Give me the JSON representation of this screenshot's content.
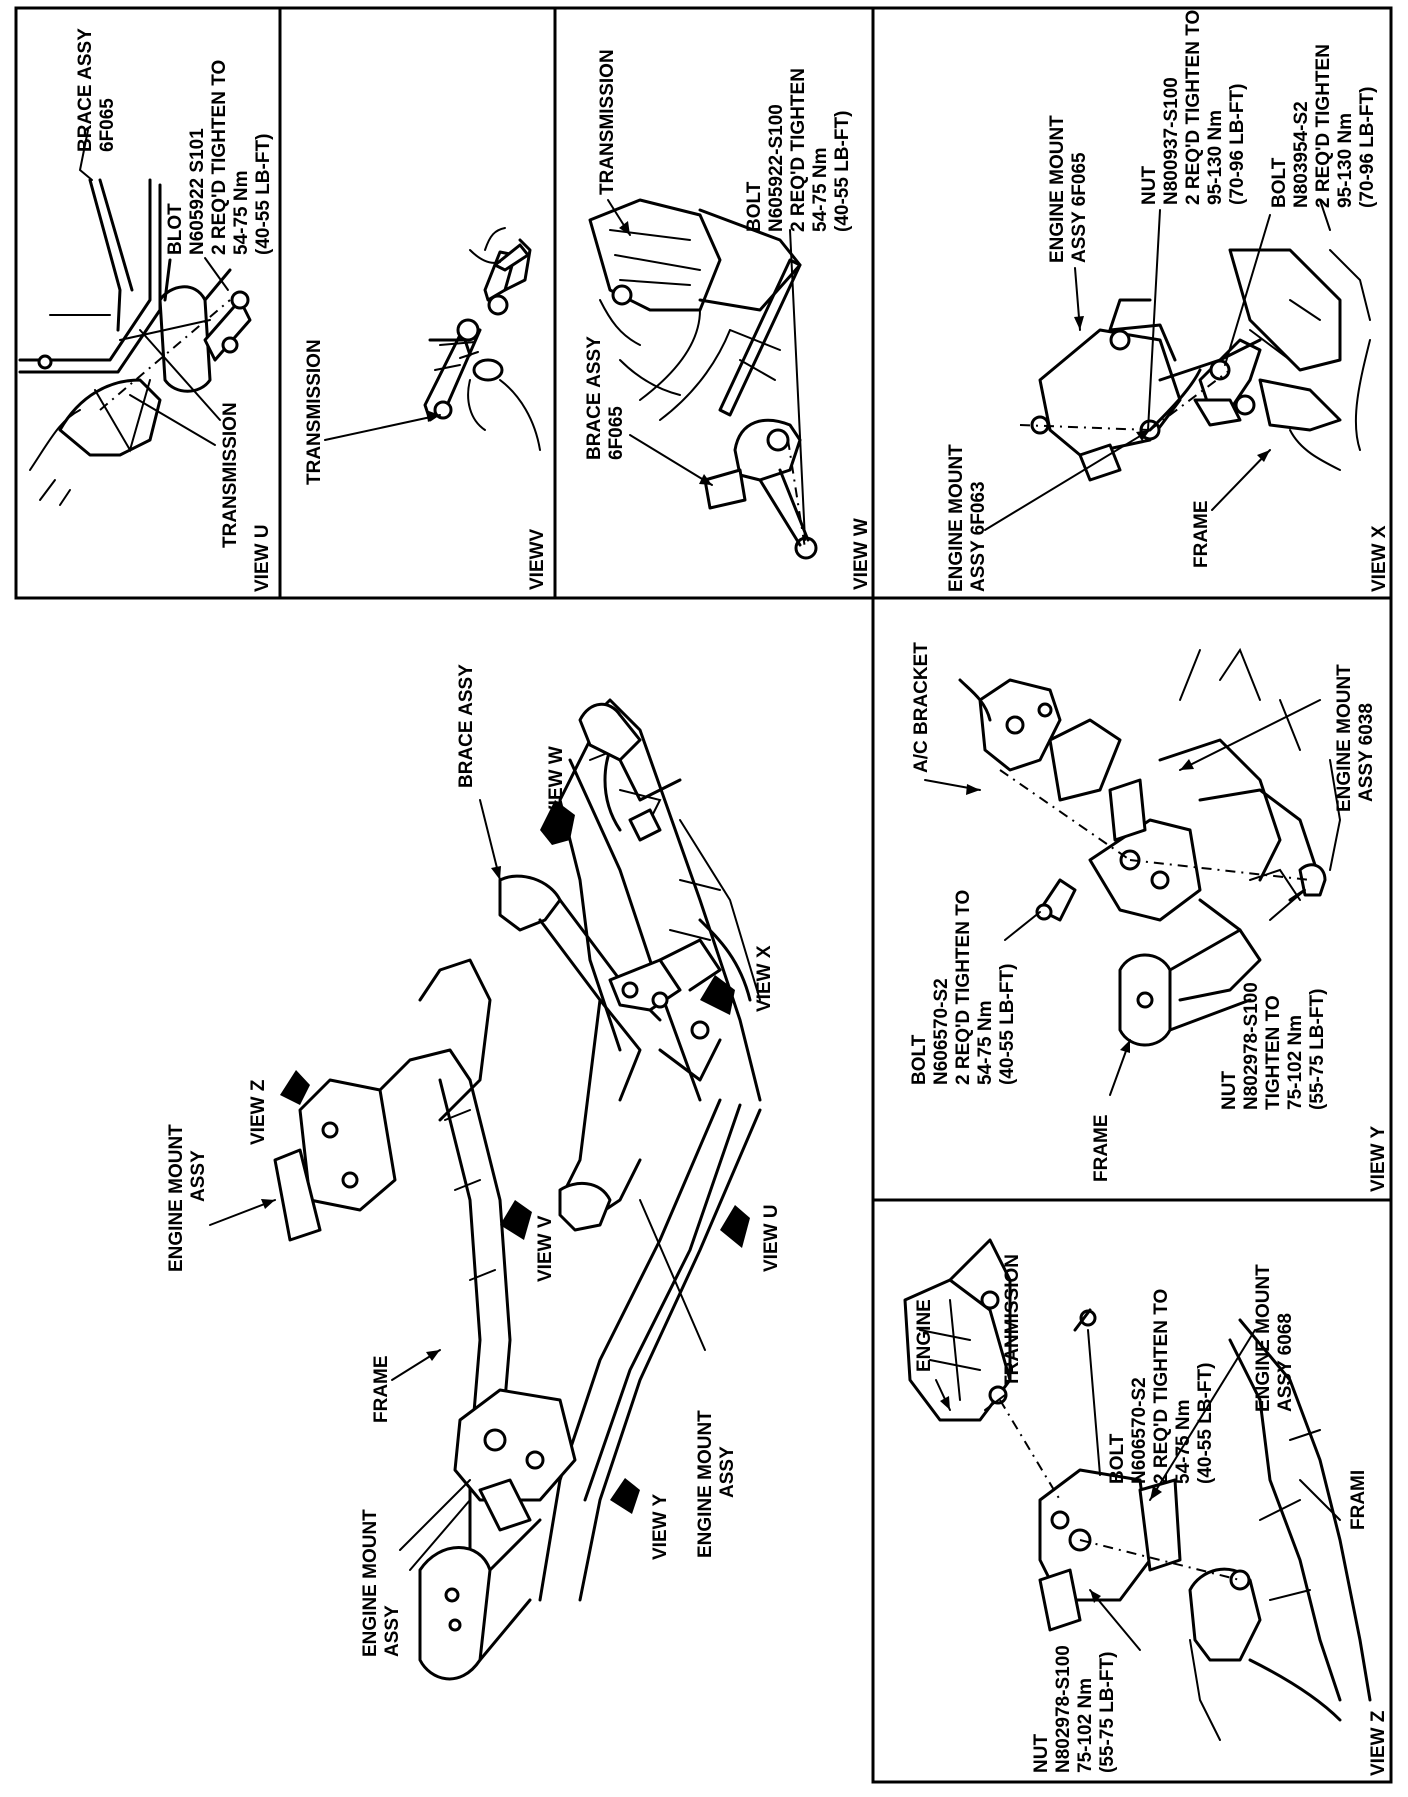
{
  "views": {
    "u": {
      "label": "VIEW U",
      "brace": "BRACE ASSY",
      "brace_part": "6F065",
      "bolt": "BLOT",
      "bolt_part": "N605922 S101",
      "bolt_req": "2 REQ'D TIGHTEN TO",
      "bolt_torque_nm": "54-75 Nm",
      "bolt_torque_lbft": "(40-55 LB-FT)",
      "transmission": "TRANSMISSION"
    },
    "v": {
      "label": "VIEWV",
      "transmission": "TRANSMISSION"
    },
    "w": {
      "label": "VIEW W",
      "transmission": "TRANSMISSION",
      "bolt": "BOLT",
      "bolt_part": "N605922-S100",
      "bolt_req": "2 REQ'D TIGHTEN",
      "bolt_torque_nm": "54-75 Nm",
      "bolt_torque_lbft": "(40-55 LB-FT)",
      "brace": "BRACE ASSY",
      "brace_part": "6F065"
    },
    "x": {
      "label": "VIEW X",
      "mount_top": "ENGINE MOUNT",
      "mount_top_assy": "ASSY 6F065",
      "nut": "NUT",
      "nut_part": "N800937-S100",
      "nut_req": "2 REQ'D TIGHTEN TO",
      "nut_torque_nm": "95-130 Nm",
      "nut_torque_lbft": "(70-96 LB-FT)",
      "bolt": "BOLT",
      "bolt_part": "N803954-S2",
      "bolt_req": "2 REQ'D TIGHTEN",
      "bolt_torque_nm": "95-130 Nm",
      "bolt_torque_lbft": "(70-96 LB-FT)",
      "mount_bottom": "ENGINE MOUNT",
      "mount_bottom_assy": "ASSY 6F063",
      "frame": "FRAME"
    },
    "main": {
      "brace": "BRACE ASSY",
      "view_w": "VIEW W",
      "view_x": "VIEW X",
      "view_z": "VIEW Z",
      "view_v": "VIEW V",
      "view_u": "VIEW U",
      "view_y": "VIEW Y",
      "mount_top": "ENGINE MOUNT",
      "mount_top_2": "ASSY",
      "frame": "FRAME",
      "mount_mid": "ENGINE MOUNT",
      "mount_mid_2": "ASSY",
      "mount_bottom": "ENGINE MOUNT",
      "mount_bottom_2": "ASSY"
    },
    "y": {
      "label": "VIEW Y",
      "ac": "A/C BRACKET",
      "bolt": "BOLT",
      "bolt_part": "N606570-S2",
      "bolt_req": "2 REQ'D TIGHTEN TO",
      "bolt_torque_nm": "54-75 Nm",
      "bolt_torque_lbft": "(40-55 LB-FT)",
      "nut": "NUT",
      "nut_part": "N802978-S100",
      "nut_req": "TIGHTEN TO",
      "nut_torque_nm": "75-102 Nm",
      "nut_torque_lbft": "(55-75 LB-FT)",
      "frame": "FRAME",
      "mount": "ENGINE MOUNT",
      "mount_assy": "ASSY  6038"
    },
    "z": {
      "label": "VIEW Z",
      "engine": "ENGINE",
      "transmission": "TRANMISSION",
      "bolt": "BOLT",
      "bolt_part": "N606570-S2",
      "bolt_req": "2 REQ'D TIGHTEN TO",
      "bolt_torque_nm": "54-75 Nm",
      "bolt_torque_lbft": "(40-55 LB-FT)",
      "mount": "ENGINE MOUNT",
      "mount_assy": "ASSY 6068",
      "frame": "FRAMI",
      "nut": "NUT",
      "nut_part": "N802978-S100",
      "nut_torque_nm": "75-102 Nm",
      "nut_torque_lbft": "(55-75 LB-FT)"
    }
  }
}
